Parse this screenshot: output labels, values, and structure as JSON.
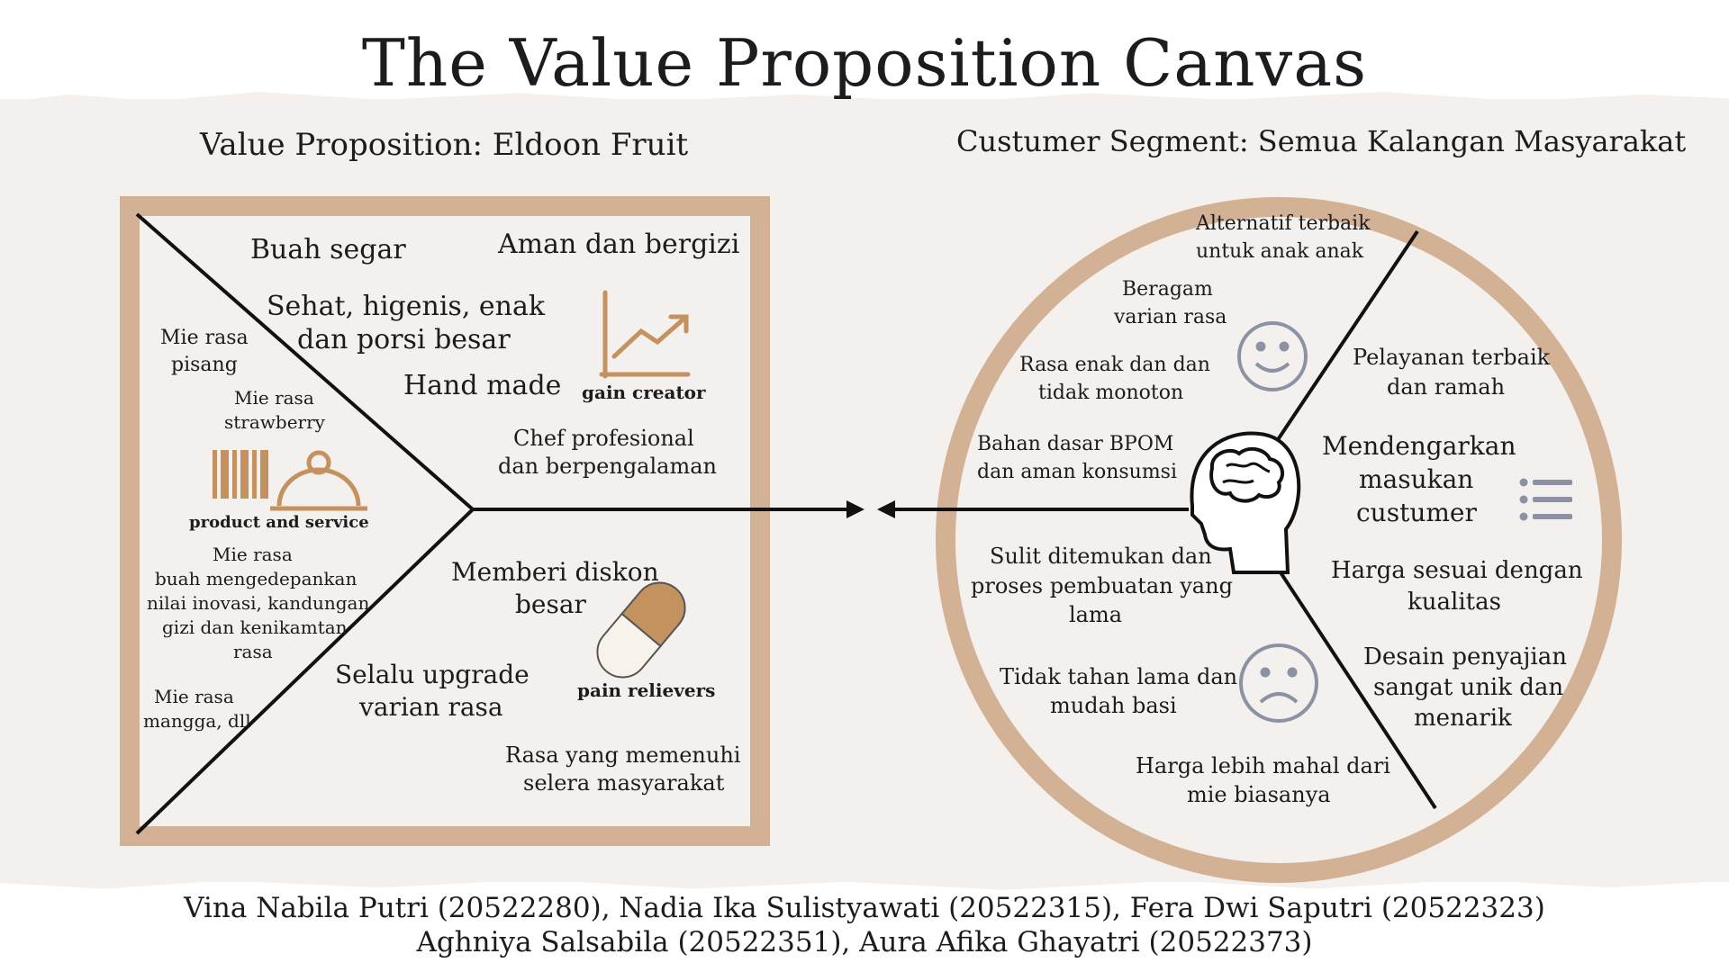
{
  "title": "The Value Proposition Canvas",
  "value_proposition": {
    "heading": "Value Proposition: Eldoon Fruit",
    "gain_creators": [
      "Buah segar",
      "Aman dan bergizi",
      "Sehat, higenis, enak",
      "dan porsi besar",
      "Hand made",
      "Chef profesional",
      "dan berpengalaman"
    ],
    "gain_creator_label": "gain creator",
    "products": [
      "Mie rasa",
      "pisang",
      "Mie rasa",
      "strawberry",
      "Mie rasa",
      "buah mengedepankan",
      "nilai inovasi, kandungan",
      "gizi dan kenikamtan",
      "rasa",
      "Mie rasa",
      "mangga, dll"
    ],
    "product_label": "product and service",
    "pain_relievers": [
      "Memberi diskon",
      "besar",
      "Selalu upgrade",
      "varian rasa",
      "Rasa yang memenuhi",
      "selera masyarakat"
    ],
    "pain_reliever_label": "pain relievers"
  },
  "customer_segment": {
    "heading": "Custumer Segment: Semua Kalangan Masyarakat",
    "gains": [
      "Alternatif terbaik",
      "untuk anak anak",
      "Beragam",
      "varian rasa",
      "Rasa enak dan dan",
      "tidak monoton",
      "Bahan dasar BPOM",
      "dan aman konsumsi"
    ],
    "jobs": [
      "Pelayanan terbaik",
      "dan ramah",
      "Mendengarkan",
      "masukan",
      "custumer",
      "Harga sesuai dengan",
      "kualitas",
      "Desain  penyajian",
      "sangat unik dan",
      "menarik"
    ],
    "pains": [
      "Sulit ditemukan dan",
      "proses pembuatan yang",
      "lama",
      "Tidak tahan lama dan",
      "mudah basi",
      "Harga lebih mahal dari",
      "mie biasanya"
    ]
  },
  "credits": [
    "Vina Nabila Putri (20522280), Nadia Ika Sulistyawati (20522315), Fera Dwi Saputri (20522323)",
    "Aghniya Salsabila (20522351), Aura Afika Ghayatri (20522373)"
  ],
  "colors": {
    "tan": "#d3b195",
    "band": "#f3f0ed",
    "ink": "#1c1c1c",
    "icon_gray": "#8c92a4",
    "icon_brown": "#c4925e"
  },
  "icons": [
    "gain-chart-icon",
    "barcode-icon",
    "cloche-icon",
    "capsule-icon",
    "head-brain-icon",
    "smile-icon",
    "frown-icon",
    "list-icon"
  ]
}
